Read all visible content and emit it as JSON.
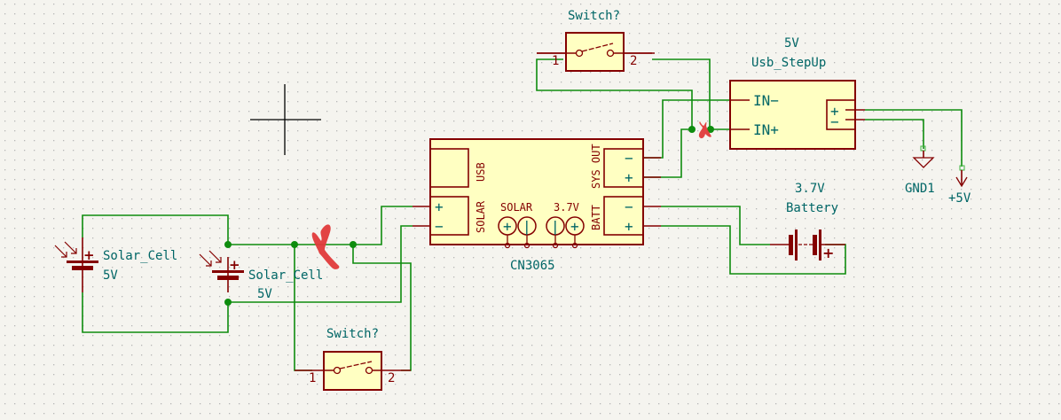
{
  "app": "KiCad Schematic Editor",
  "canvas": {
    "background": "#f5f4ef",
    "grid": "dots"
  },
  "colors": {
    "wire": "#0e8c0e",
    "symbol_outline": "#840000",
    "symbol_fill": "#ffffc2",
    "text": "#006666",
    "annotation_mark": "#e03a3a"
  },
  "components": {
    "switch_top": {
      "reference": "Switch?",
      "pin1": "1",
      "pin2": "2"
    },
    "switch_bottom": {
      "reference": "Switch?",
      "pin1": "1",
      "pin2": "2"
    },
    "stepup": {
      "value": "5V",
      "reference": "Usb_StepUp",
      "pin_in_minus": "IN−",
      "pin_in_plus": "IN+",
      "out_plus": "+",
      "out_minus": "−"
    },
    "cn3065": {
      "reference": "CN3065",
      "usb_label": "USB",
      "solar_label": "SOLAR",
      "sysout_label": "SYS OUT",
      "batt_label": "BATT",
      "solar_led_label": "SOLAR",
      "batt_led_label": "3.7V",
      "plus": "+",
      "minus": "−",
      "bar": "|"
    },
    "battery": {
      "value": "3.7V",
      "reference": "Battery",
      "plus": "+"
    },
    "solar_cell_1": {
      "reference": "Solar_Cell",
      "value": "5V",
      "plus": "+"
    },
    "solar_cell_2": {
      "reference": "Solar_Cell",
      "value": "5V",
      "plus": "+"
    },
    "gnd": {
      "label": "GND1"
    },
    "vcc": {
      "label": "+5V"
    }
  },
  "annotations": {
    "red_marks": [
      "cross-mark-solar-line",
      "cross-mark-stepup-input"
    ]
  }
}
